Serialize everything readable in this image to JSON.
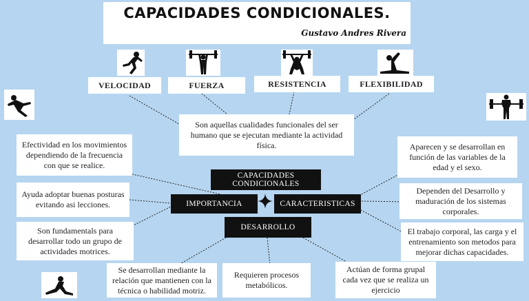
{
  "title": "CAPACIDADES CONDICIONALES.",
  "author": "Gustavo Andres Rivera",
  "center": {
    "main": "CAPACIDADES CONDICIONALES",
    "importance": "IMPORTANCIA",
    "characteristics": "CARACTERISTICAS",
    "development": "DESARROLLO"
  },
  "categories": [
    "VELOCIDAD",
    "FUERZA",
    "RESISTENCIA",
    "FLEXIBILIDAD"
  ],
  "definition": "Son aquellas cualidades funcionales del ser humano que se ejecutan mediante la actividad física.",
  "importance_items": [
    "Efectividad en los movimientos dependiendo de la frecuencia con que se realice.",
    "Ayuda adoptar buenas posturas evitando asi lecciones.",
    "Son fundamentals para desarrollar todo un grupo de actividades motrices."
  ],
  "characteristics_items": [
    "Aparecen y se desarrollan en función de las variables de la edad y el sexo.",
    "Dependen del Desarrollo y maduración de los sistemas corporales.",
    "El trabajo corporal, las carga y el entrenamiento son metodos para mejorar dichas capacidades."
  ],
  "development_items": [
    "Se desarrollan mediante la relación que mantienen con la técnica o habilidad motriz.",
    "Requieren procesos metabólicos.",
    "Actúan de forma grupal cada vez que se realiza un ejercicio"
  ],
  "icons": [
    "sprinter-icon",
    "weightlifter-icon",
    "squat-lift-icon",
    "stretch-icon"
  ],
  "colors": {
    "background": "#b6d5f0",
    "dark_box": "#111111",
    "box": "#ffffff"
  }
}
